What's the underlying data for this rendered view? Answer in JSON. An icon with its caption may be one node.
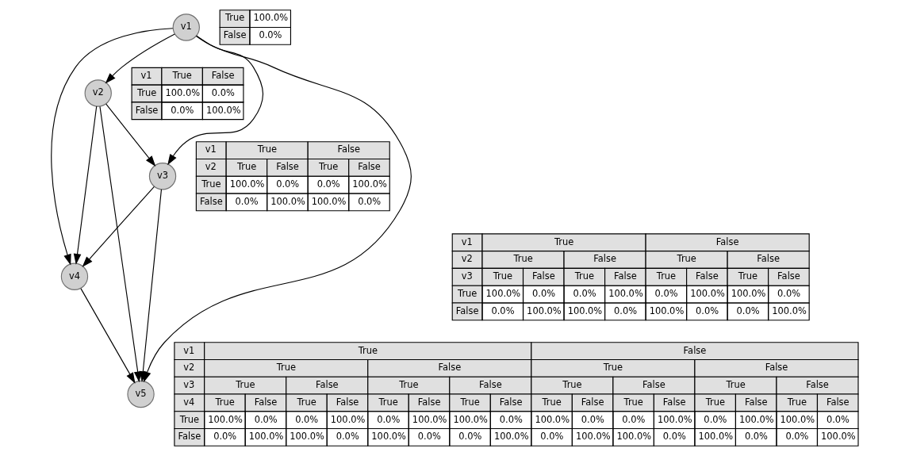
{
  "diagram": {
    "nodes": [
      {
        "text": [
          "v1"
        ],
        "beside": [
          "True",
          "100.0%",
          "False",
          "0.0%"
        ]
      },
      {
        "text": [
          "v2"
        ],
        "beside": [
          "v1",
          "True",
          "False",
          "True",
          "100.0%",
          "0.0%",
          "False",
          "0.0%",
          "100.0%"
        ]
      },
      {
        "text": [
          "v3"
        ],
        "beside": [
          "v1",
          "True",
          "False",
          "v2",
          "True",
          "False",
          "True",
          "False",
          "True",
          "100.0%",
          "0.0%",
          "0.0%",
          "100.0%",
          "False",
          "0.0%",
          "100.0%",
          "100.0%",
          "0.0%"
        ]
      },
      {
        "text": [
          "v4"
        ],
        "beside": [
          "v1",
          "True",
          "False",
          "v2",
          "True",
          "False",
          "True",
          "False",
          "v3",
          "True",
          "False",
          "True",
          "False",
          "True",
          "False",
          "True",
          "False",
          "True",
          "100.0%",
          "0.0%",
          "0.0%",
          "100.0%",
          "0.0%",
          "100.0%",
          "100.0%",
          "0.0%",
          "False",
          "0.0%",
          "100.0%",
          "100.0%",
          "0.0%",
          "100.0%",
          "0.0%",
          "0.0%",
          "100.0%"
        ]
      },
      {
        "text": [
          "v5"
        ],
        "beside": [
          "v1",
          "True",
          "False",
          "v2",
          "True",
          "False",
          "True",
          "False",
          "v3",
          "True",
          "False",
          "True",
          "False",
          "True",
          "False",
          "True",
          "False",
          "v4",
          "True",
          "False",
          "True",
          "False",
          "True",
          "False",
          "True",
          "False",
          "True",
          "False",
          "True",
          "False",
          "True",
          "False",
          "True",
          "False",
          "True",
          "100.0%",
          "0.0%",
          "0.0%",
          "100.0%",
          "0.0%",
          "100.0%",
          "100.0%",
          "0.0%",
          "100.0%",
          "0.0%",
          "0.0%",
          "100.0%",
          "0.0%",
          "100.0%",
          "100.0%",
          "0.0%",
          "False",
          "0.0%",
          "100.0%",
          "100.0%",
          "0.0%",
          "100.0%",
          "0.0%",
          "0.0%",
          "100.0%",
          "0.0%",
          "100.0%",
          "100.0%",
          "0.0%",
          "100.0%",
          "0.0%",
          "0.0%",
          "100.0%"
        ]
      }
    ],
    "edges": [
      {
        "from": 0,
        "to": 1,
        "arrow": "to"
      },
      {
        "from": 0,
        "to": 2,
        "arrow": "to"
      },
      {
        "from": 0,
        "to": 3,
        "arrow": "to"
      },
      {
        "from": 0,
        "to": 4,
        "arrow": "to"
      },
      {
        "from": 1,
        "to": 2,
        "arrow": "to"
      },
      {
        "from": 1,
        "to": 3,
        "arrow": "to"
      },
      {
        "from": 1,
        "to": 4,
        "arrow": "to"
      },
      {
        "from": 2,
        "to": 3,
        "arrow": "to"
      },
      {
        "from": 2,
        "to": 4,
        "arrow": "to"
      },
      {
        "from": 3,
        "to": 4,
        "arrow": "to"
      }
    ]
  }
}
